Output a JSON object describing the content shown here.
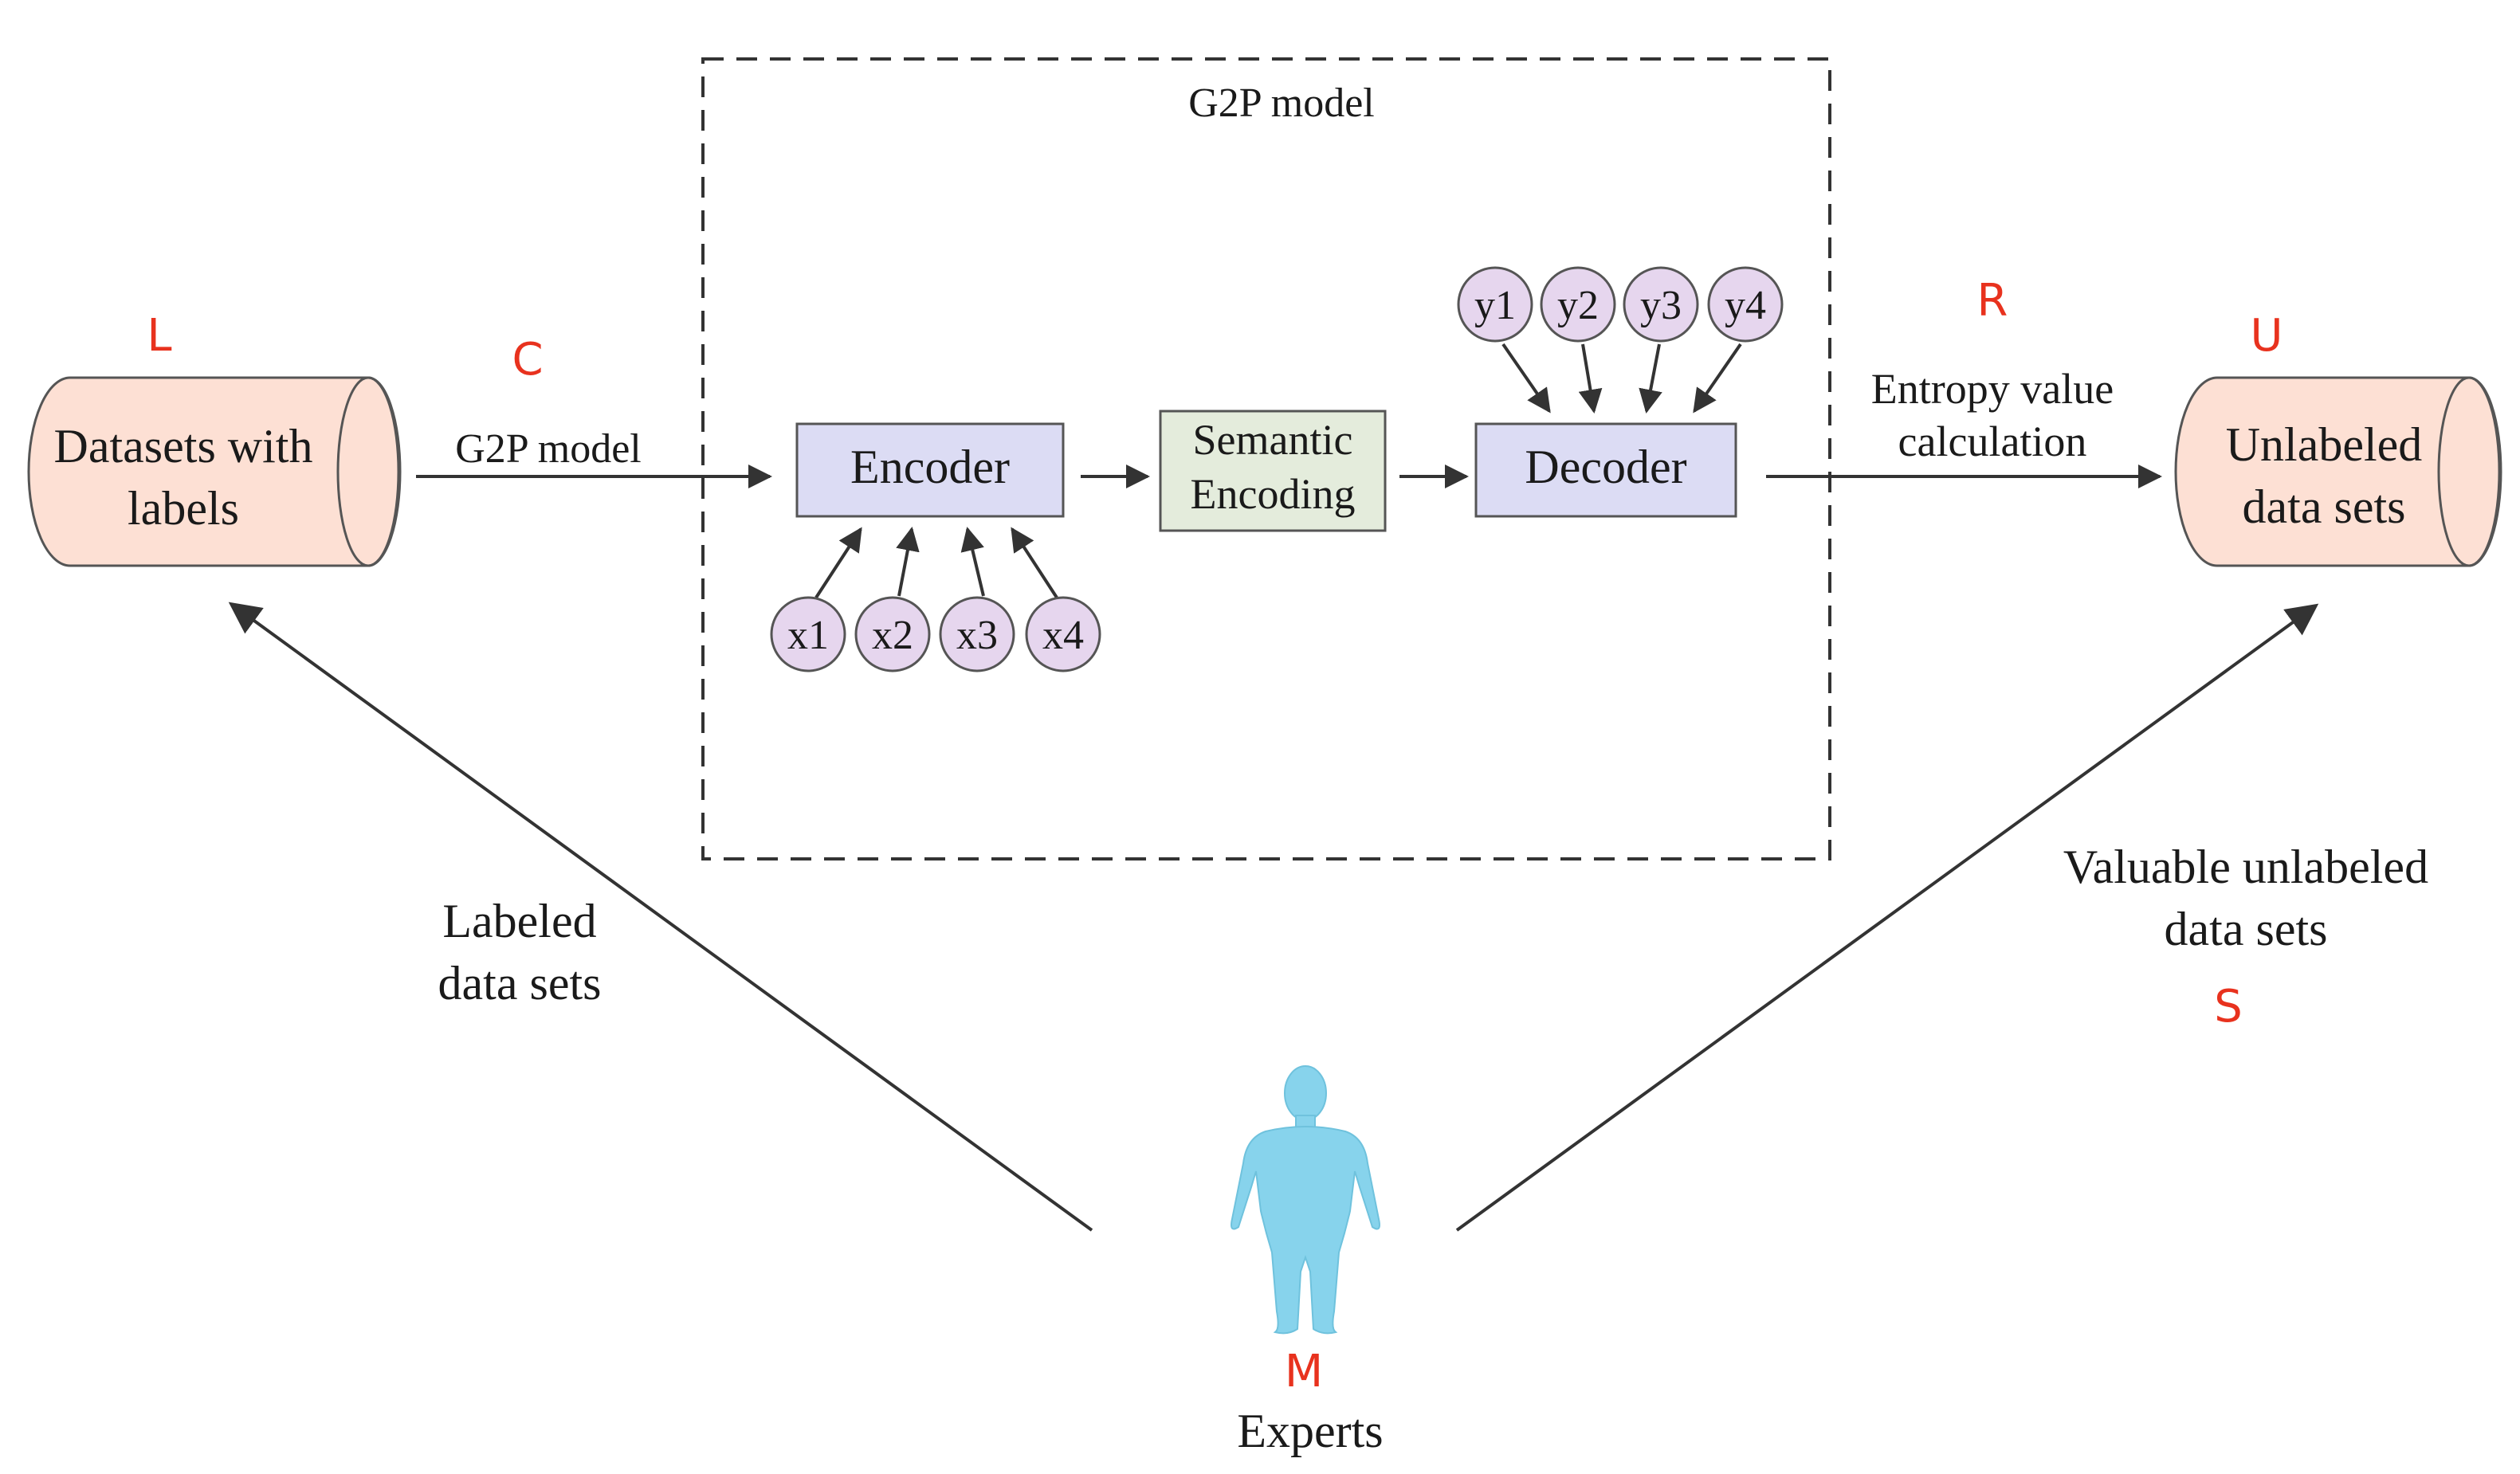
{
  "model_box": {
    "title": "G2P model"
  },
  "datasets_with_labels": {
    "line1": "Datasets with",
    "line2": "labels",
    "code": "L"
  },
  "unlabeled_data_sets": {
    "line1": "Unlabeled",
    "line2": "data sets",
    "code": "U"
  },
  "input_arrow": {
    "label": "G2P model",
    "code": "C"
  },
  "output_arrow": {
    "line1": "Entropy value",
    "line2": "calculation",
    "code": "R"
  },
  "encoder": {
    "label": "Encoder"
  },
  "semantic_encoding": {
    "line1": "Semantic",
    "line2": "Encoding"
  },
  "decoder": {
    "label": "Decoder"
  },
  "inputs": [
    "x1",
    "x2",
    "x3",
    "x4"
  ],
  "outputs": [
    "y1",
    "y2",
    "y3",
    "y4"
  ],
  "labeled_arrow": {
    "line1": "Labeled",
    "line2": "data sets"
  },
  "valuable_arrow": {
    "line1": "Valuable unlabeled",
    "line2": "data sets",
    "code": "S"
  },
  "experts": {
    "label": "Experts",
    "code": "M"
  },
  "colors": {
    "cylinder_fill": "#fde0d4",
    "box_fill": "#dcdcf4",
    "semantic_fill": "#e4ecdc",
    "circle_fill": "#e6d6ee",
    "figure_fill": "#87d3ec",
    "code_red": "#e8321e"
  }
}
